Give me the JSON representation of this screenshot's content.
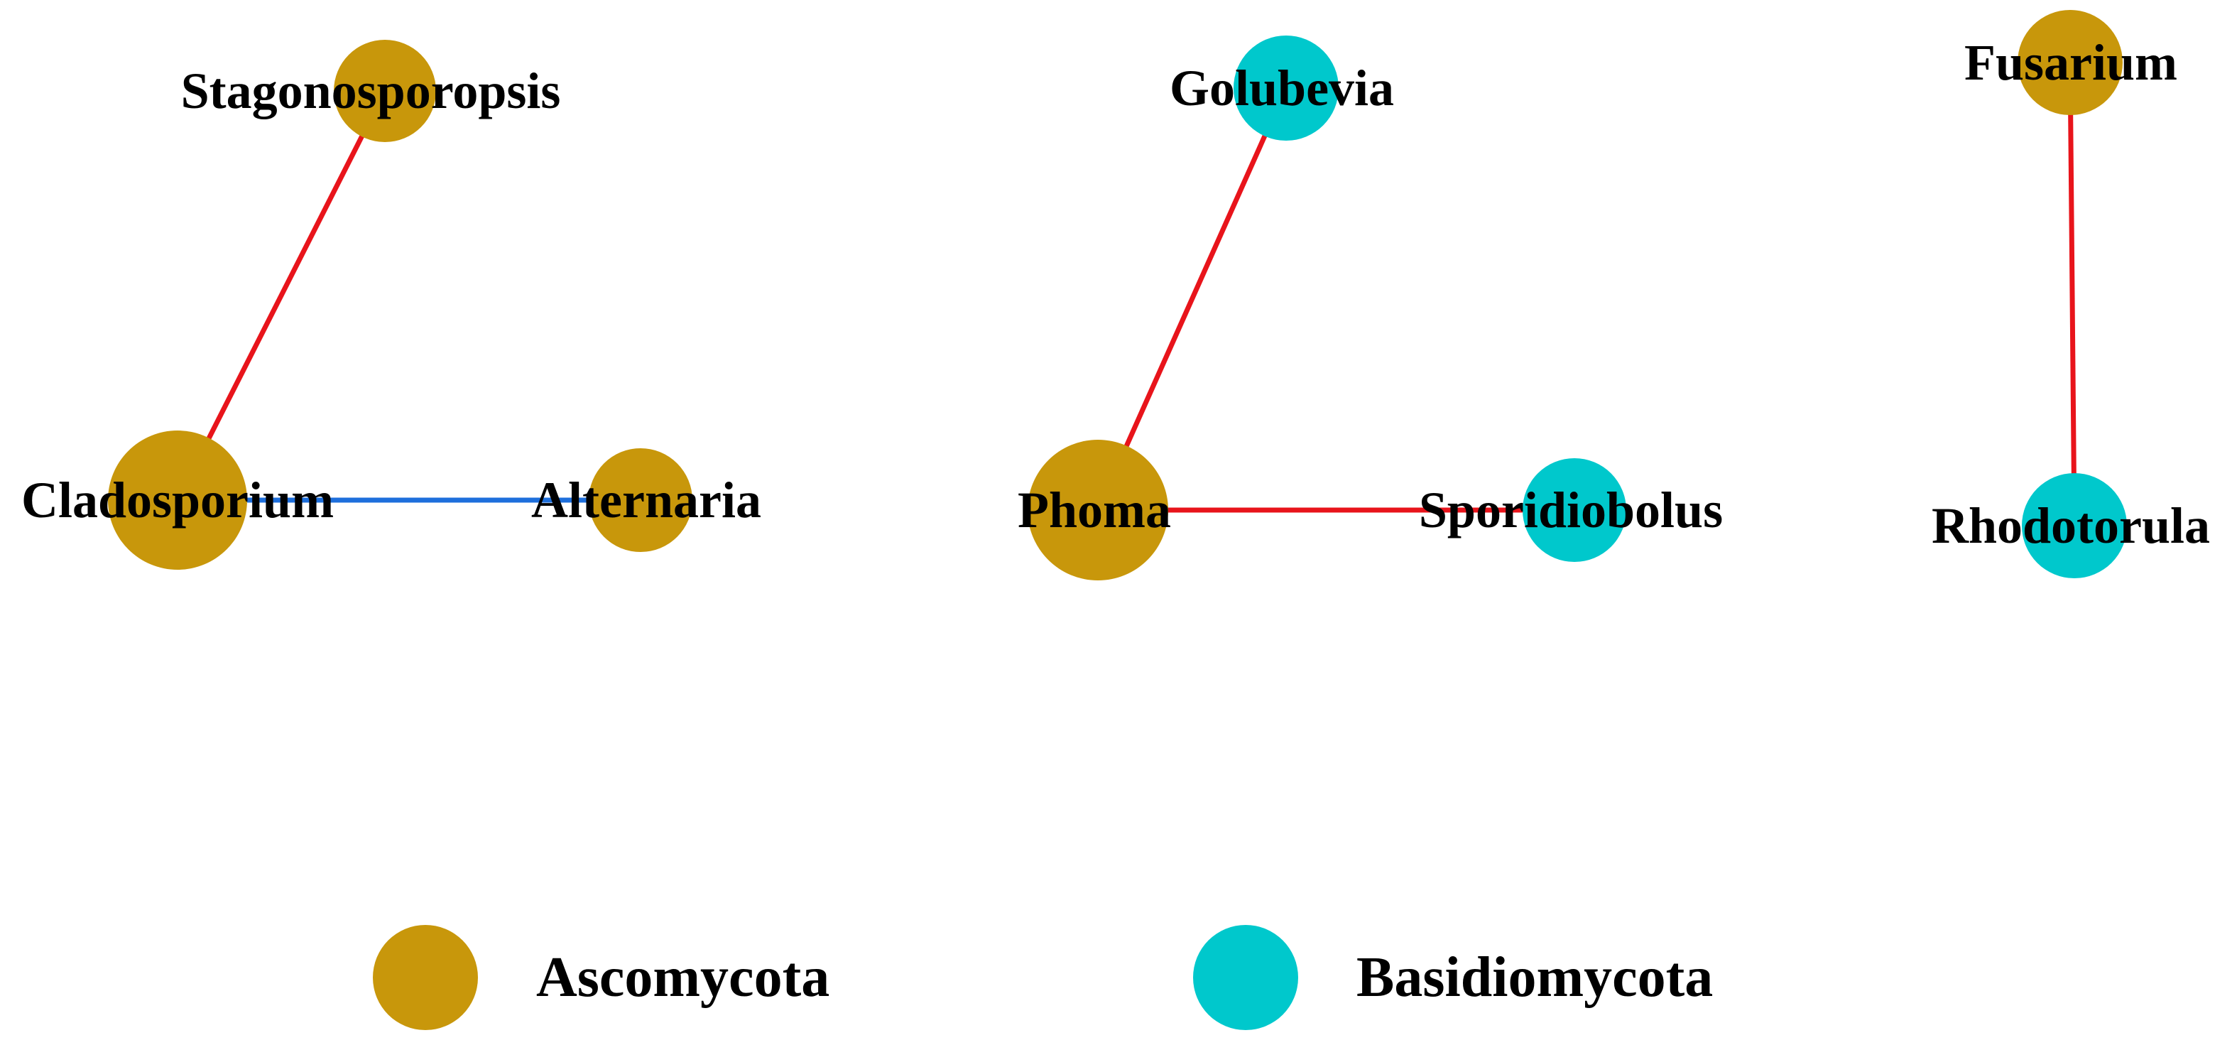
{
  "colors": {
    "ascomycota": "#C8970B",
    "basidiomycota": "#00C8CC",
    "positive_edge": "#E8141B",
    "negative_edge": "#1E6FDC",
    "label": "#000000",
    "background": "#FFFFFF"
  },
  "network": {
    "nodes": [
      {
        "id": "stagonosporopsis",
        "label": "Stagonosporopsis",
        "phylum": "Ascomycota"
      },
      {
        "id": "cladosporium",
        "label": "Cladosporium",
        "phylum": "Ascomycota"
      },
      {
        "id": "alternaria",
        "label": "Alternaria",
        "phylum": "Ascomycota"
      },
      {
        "id": "golubevia",
        "label": "Golubevia",
        "phylum": "Basidiomycota"
      },
      {
        "id": "phoma",
        "label": "Phoma",
        "phylum": "Ascomycota"
      },
      {
        "id": "sporidiobolus",
        "label": "Sporidiobolus",
        "phylum": "Basidiomycota"
      },
      {
        "id": "fusarium",
        "label": "Fusarium",
        "phylum": "Ascomycota"
      },
      {
        "id": "rhodotorula",
        "label": "Rhodotorula",
        "phylum": "Basidiomycota"
      }
    ],
    "edges": [
      {
        "source": "stagonosporopsis",
        "target": "cladosporium",
        "sign": "positive"
      },
      {
        "source": "cladosporium",
        "target": "alternaria",
        "sign": "negative"
      },
      {
        "source": "golubevia",
        "target": "phoma",
        "sign": "positive"
      },
      {
        "source": "phoma",
        "target": "sporidiobolus",
        "sign": "positive"
      },
      {
        "source": "fusarium",
        "target": "rhodotorula",
        "sign": "positive"
      }
    ]
  },
  "legend": {
    "items": [
      {
        "label": "Ascomycota",
        "phylum": "Ascomycota"
      },
      {
        "label": "Basidiomycota",
        "phylum": "Basidiomycota"
      }
    ]
  }
}
